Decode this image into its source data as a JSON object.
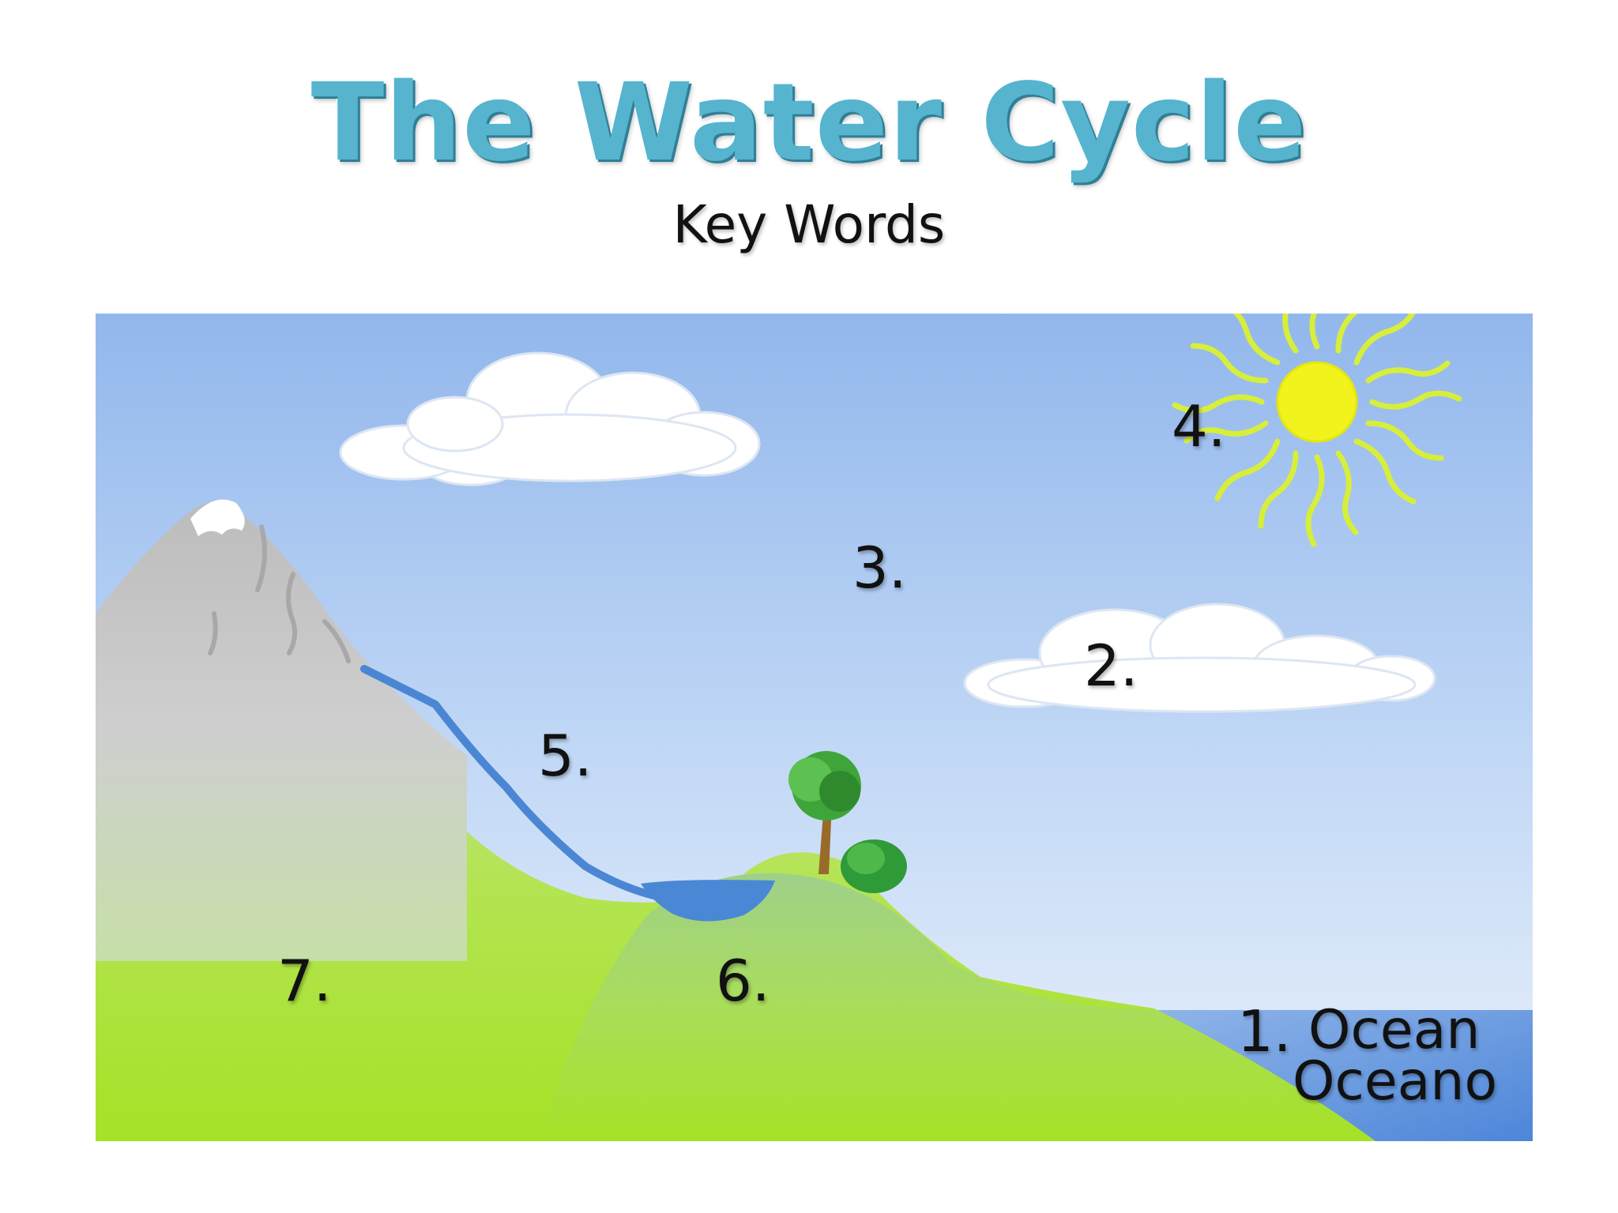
{
  "title": "The Water Cycle",
  "subtitle": "Key Words",
  "labels": {
    "n1": "1.",
    "n2": "2.",
    "n3": "3.",
    "n4": "4.",
    "n5": "5.",
    "n6": "6.",
    "n7": "7."
  },
  "ocean": {
    "english": "Ocean",
    "spanish": "Oceano"
  },
  "colors": {
    "title": "#56b4cf",
    "sky_top": "#93b8ec",
    "sky_bottom": "#e4eefa",
    "grass": "#a5e32a",
    "sea": "#5a8fdd",
    "sun": "#f2f21c"
  }
}
